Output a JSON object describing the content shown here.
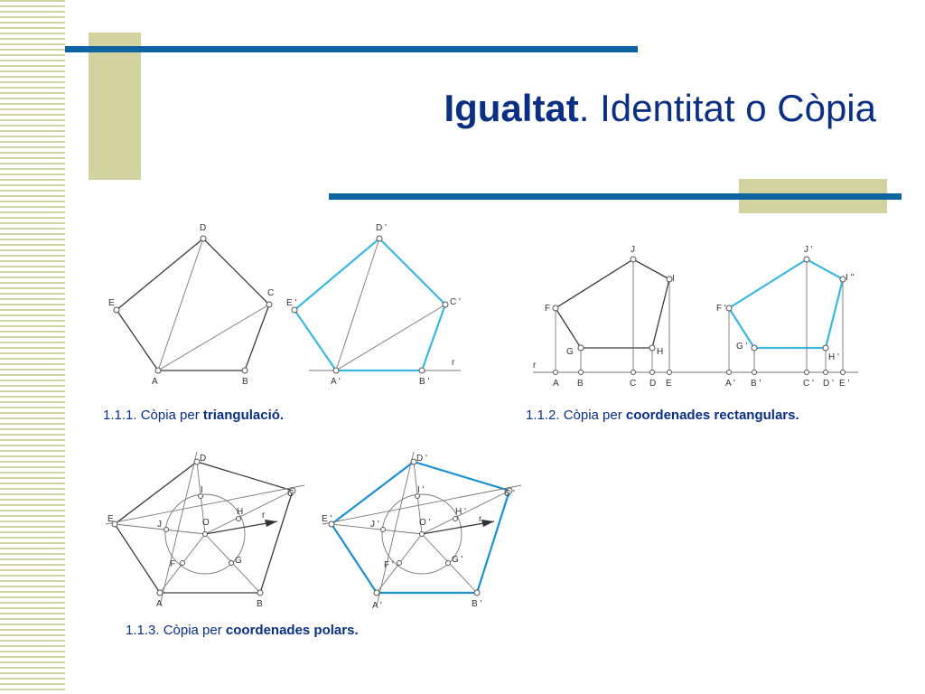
{
  "slide": {
    "title_bold": "Igualtat",
    "title_rest": ". Identitat o Còpia"
  },
  "captions": {
    "c1_prefix": "1.1.1. Còpia per ",
    "c1_bold": "triangulació.",
    "c2_prefix": "1.1.2. Còpia per ",
    "c2_bold": "coordenades rectangulars.",
    "c3_prefix": "1.1.3. Còpia per ",
    "c3_bold": "coordenades polars."
  },
  "figures": {
    "triangulation_original": {
      "A": "A",
      "B": "B",
      "C": "C",
      "D": "D",
      "E": "E"
    },
    "triangulation_copy": {
      "A": "A '",
      "B": "B '",
      "C": "C '",
      "D": "D '",
      "E": "E '",
      "r": "r"
    },
    "rectangular_original": {
      "F": "F",
      "G": "G",
      "H": "H",
      "I": "I",
      "J": "J",
      "r": "r",
      "A": "A",
      "B": "B",
      "C": "C",
      "D": "D",
      "E": "E"
    },
    "rectangular_copy": {
      "F": "F '",
      "G": "G '",
      "H": "H '",
      "I": "I ''",
      "J": "J '",
      "A": "A '",
      "B": "B '",
      "C": "C '",
      "D": "D '",
      "E": "E '"
    },
    "polar_original": {
      "A": "A",
      "B": "B",
      "C": "C",
      "D": "D",
      "E": "E",
      "F": "F",
      "G": "G",
      "H": "H",
      "I": "I",
      "J": "J",
      "O": "O",
      "r": "r"
    },
    "polar_copy": {
      "A": "A '",
      "B": "B '",
      "C": "C '",
      "D": "D '",
      "E": "E '",
      "F": "F '",
      "G": "G '",
      "H": "H '",
      "I": "I '",
      "J": "J '",
      "O": "O '",
      "r": "r"
    }
  },
  "colors": {
    "title": "#0b2f82",
    "bar": "#0e64a0",
    "accent_beige": "#d3d3a2",
    "copy_line": "#3cb8e0"
  }
}
